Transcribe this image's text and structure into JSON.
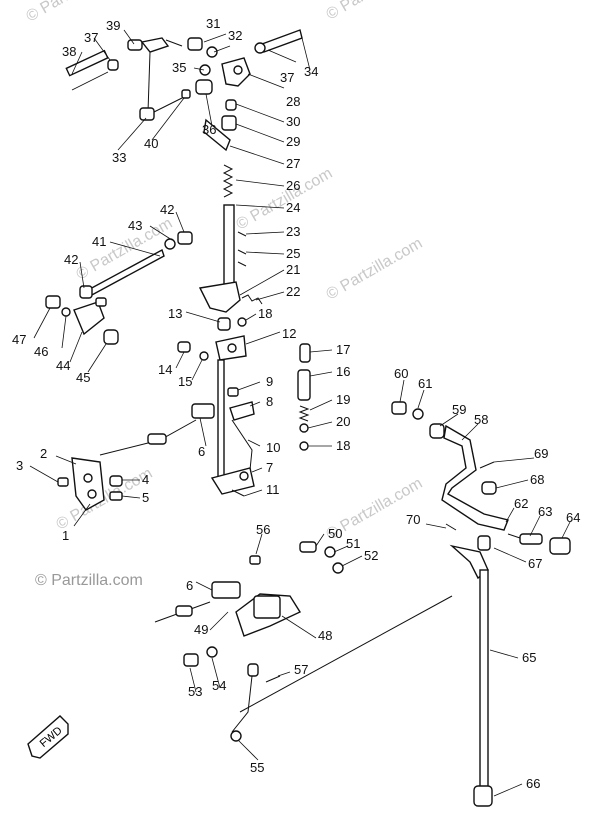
{
  "watermark": "© Partzilla.com",
  "arrow_label": "FWD",
  "part_numbers": [
    "1",
    "2",
    "3",
    "4",
    "5",
    "6",
    "7",
    "8",
    "9",
    "10",
    "11",
    "12",
    "13",
    "14",
    "15",
    "16",
    "17",
    "18",
    "19",
    "20",
    "21",
    "22",
    "23",
    "24",
    "25",
    "26",
    "27",
    "28",
    "29",
    "30",
    "31",
    "32",
    "33",
    "34",
    "35",
    "36",
    "37",
    "38",
    "39",
    "40",
    "41",
    "42",
    "43",
    "44",
    "45",
    "46",
    "47",
    "48",
    "49",
    "50",
    "51",
    "52",
    "53",
    "54",
    "55",
    "56",
    "57",
    "58",
    "59",
    "60",
    "61",
    "62",
    "63",
    "64",
    "65",
    "66",
    "67",
    "68",
    "69",
    "70"
  ],
  "labels": {
    "n1": "1",
    "n2": "2",
    "n3": "3",
    "n4": "4",
    "n5": "5",
    "n6a": "6",
    "n6b": "6",
    "n7": "7",
    "n8": "8",
    "n9": "9",
    "n10": "10",
    "n11": "11",
    "n12": "12",
    "n13": "13",
    "n14": "14",
    "n15": "15",
    "n16": "16",
    "n17": "17",
    "n18a": "18",
    "n18b": "18",
    "n19": "19",
    "n20": "20",
    "n21": "21",
    "n22": "22",
    "n23": "23",
    "n24": "24",
    "n25": "25",
    "n26": "26",
    "n27": "27",
    "n28": "28",
    "n29": "29",
    "n30": "30",
    "n31": "31",
    "n32": "32",
    "n33": "33",
    "n34": "34",
    "n35": "35",
    "n36": "36",
    "n37a": "37",
    "n37b": "37",
    "n38": "38",
    "n39": "39",
    "n40": "40",
    "n41": "41",
    "n42a": "42",
    "n42b": "42",
    "n43": "43",
    "n44": "44",
    "n45": "45",
    "n46": "46",
    "n47": "47",
    "n48": "48",
    "n49": "49",
    "n50": "50",
    "n51": "51",
    "n52": "52",
    "n53": "53",
    "n54": "54",
    "n55": "55",
    "n56": "56",
    "n57": "57",
    "n58": "58",
    "n59": "59",
    "n60": "60",
    "n61": "61",
    "n62": "62",
    "n63": "63",
    "n64": "64",
    "n65": "65",
    "n66": "66",
    "n67": "67",
    "n68": "68",
    "n69": "69",
    "n70": "70"
  }
}
